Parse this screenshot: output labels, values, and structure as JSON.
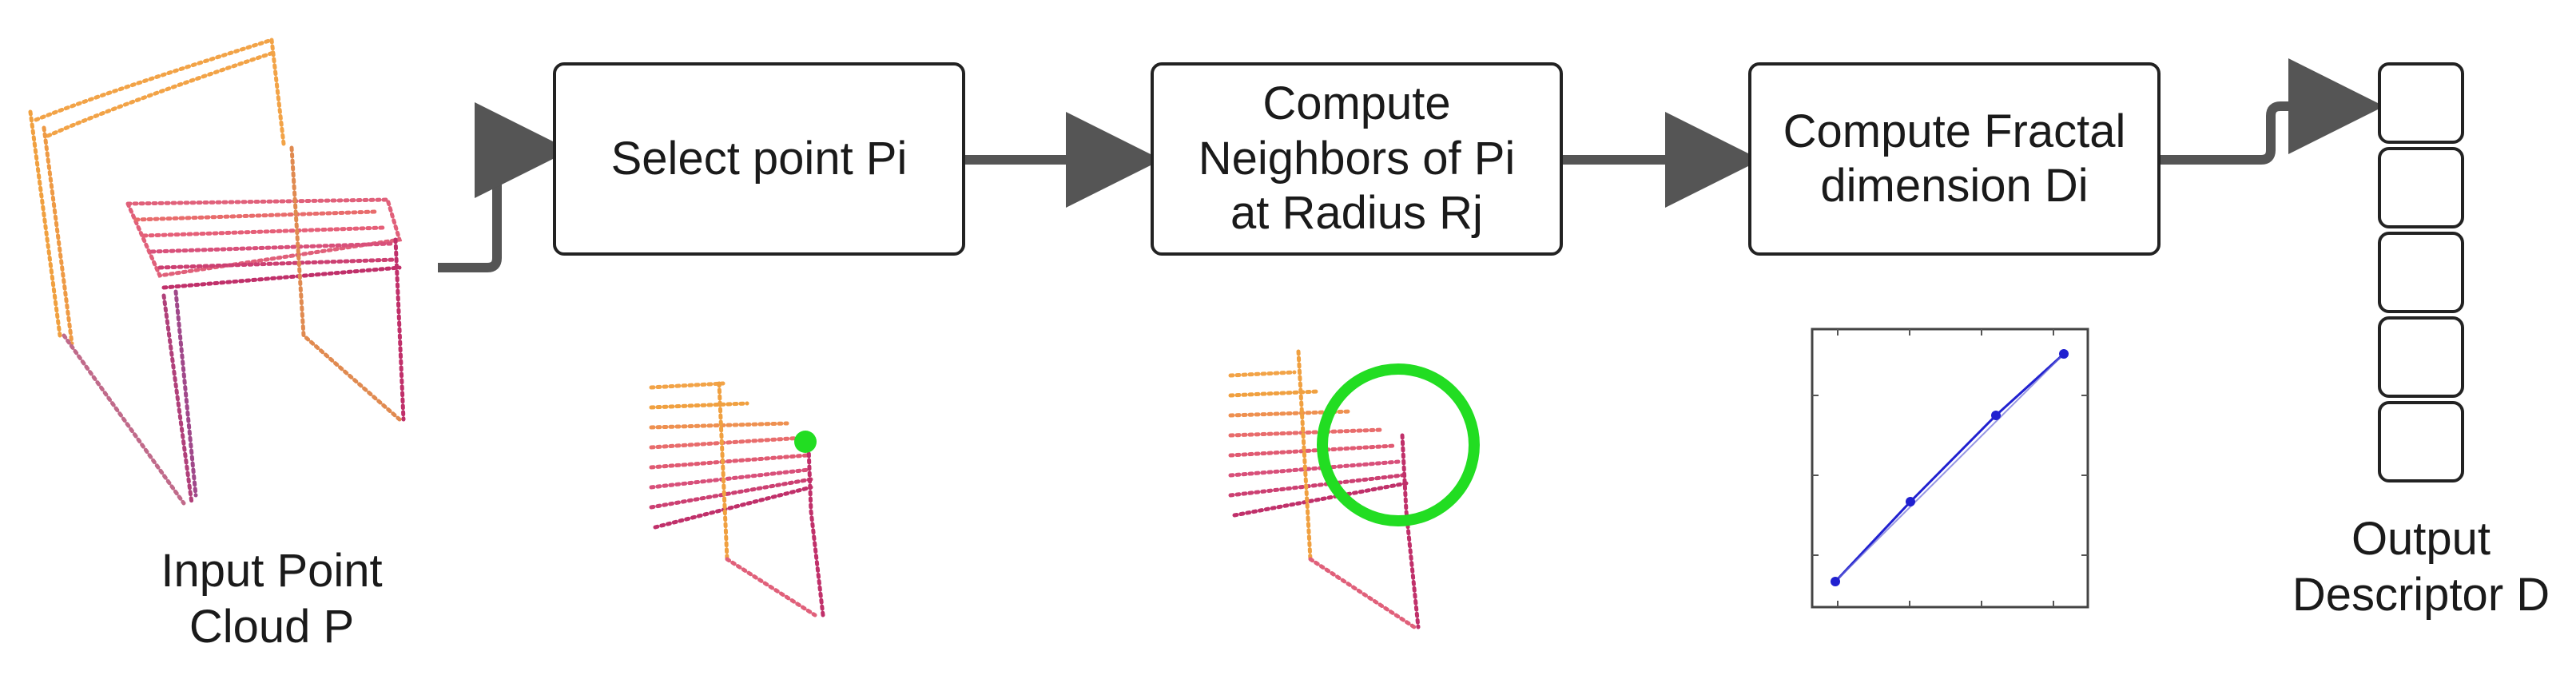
{
  "steps": {
    "select": {
      "lines": [
        "Select point Pi"
      ]
    },
    "neighbors": {
      "lines": [
        "Compute",
        "Neighbors of Pi",
        "at Radius Rj"
      ]
    },
    "fractal": {
      "lines": [
        "Compute Fractal",
        "dimension Di"
      ]
    }
  },
  "captions": {
    "input": {
      "lines": [
        "Input Point",
        "Cloud P"
      ]
    },
    "output": {
      "lines": [
        "Output",
        "Descriptor D"
      ]
    }
  },
  "descriptor_cells": 5,
  "colors": {
    "arrow": "#555555",
    "box_border": "#222222",
    "highlight_point": "#22dd22",
    "neighbor_circle": "#22dd22",
    "plot_line": "#2020d0",
    "pointcloud_warm": "#f0a040",
    "pointcloud_cool": "#c0306a"
  },
  "icons": {
    "input_cloud": "chair-point-cloud",
    "select_zoom": "chair-seat-zoom-with-selected-point",
    "neighbors_zoom": "chair-seat-zoom-with-radius-circle",
    "fractal_plot": "log-log-line-plot"
  }
}
